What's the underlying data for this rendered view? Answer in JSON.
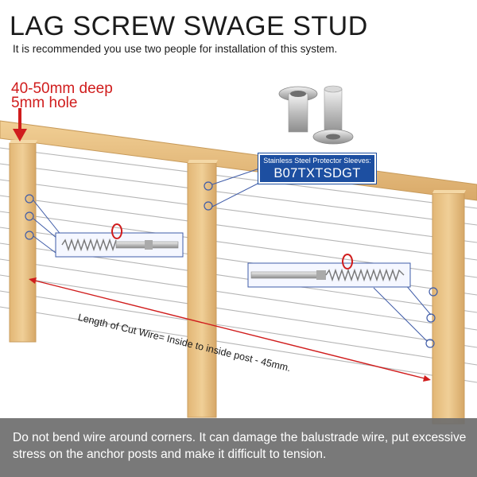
{
  "header": {
    "title": "LAG SCREW SWAGE STUD",
    "subtitle": "It is recommended you use two people for installation of this system."
  },
  "depth_note": {
    "line1": "40-50mm deep",
    "line2": "5mm hole"
  },
  "protector": {
    "label": "Stainless Steel Protector Sleeves:",
    "code": "B07TXTSDGT"
  },
  "measurement": {
    "label": "Length of Cut Wire= Inside to inside post - 45mm."
  },
  "footer": {
    "text": "Do not bend wire around corners. It can damage the balustrade wire, put excessive stress on the anchor posts and make it difficult to tension."
  },
  "colors": {
    "accent_red": "#d01c1c",
    "label_blue": "#1d4fa1",
    "wood": "#e9c489",
    "footer_bg": "#6e6e6e"
  }
}
